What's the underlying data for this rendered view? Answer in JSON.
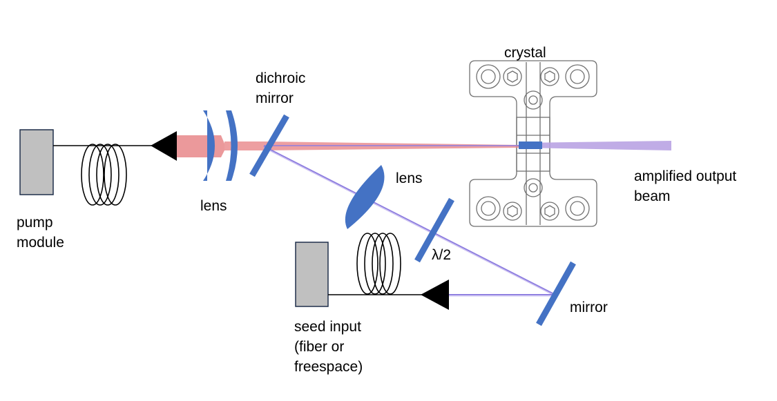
{
  "labels": {
    "crystal": "crystal",
    "dichroic_mirror": [
      "dichroic",
      "mirror"
    ],
    "lens_pump": "lens",
    "pump_module": [
      "pump",
      "module"
    ],
    "lens_seed": "lens",
    "amplified_output": [
      "amplified output",
      "beam"
    ],
    "half_wave_plate": "λ/2",
    "mirror": "mirror",
    "seed_input": [
      "seed input",
      "(fiber or",
      "freespace)"
    ]
  },
  "colors": {
    "optic_blue": "#4472c4",
    "pump_beam": "#e8878a",
    "seed_beam": "#8f7fe0",
    "output_beam": "#b9a3e3",
    "module_gray": "#c0c0c0",
    "module_border": "#1f2f4a",
    "mount_outline": "#6f6f6f",
    "text": "#000000"
  },
  "icons": {
    "fiber_coupler": "triangle-icon",
    "fiber_coil": "coil-icon",
    "crystal_mount": "crystal-mount-icon"
  }
}
